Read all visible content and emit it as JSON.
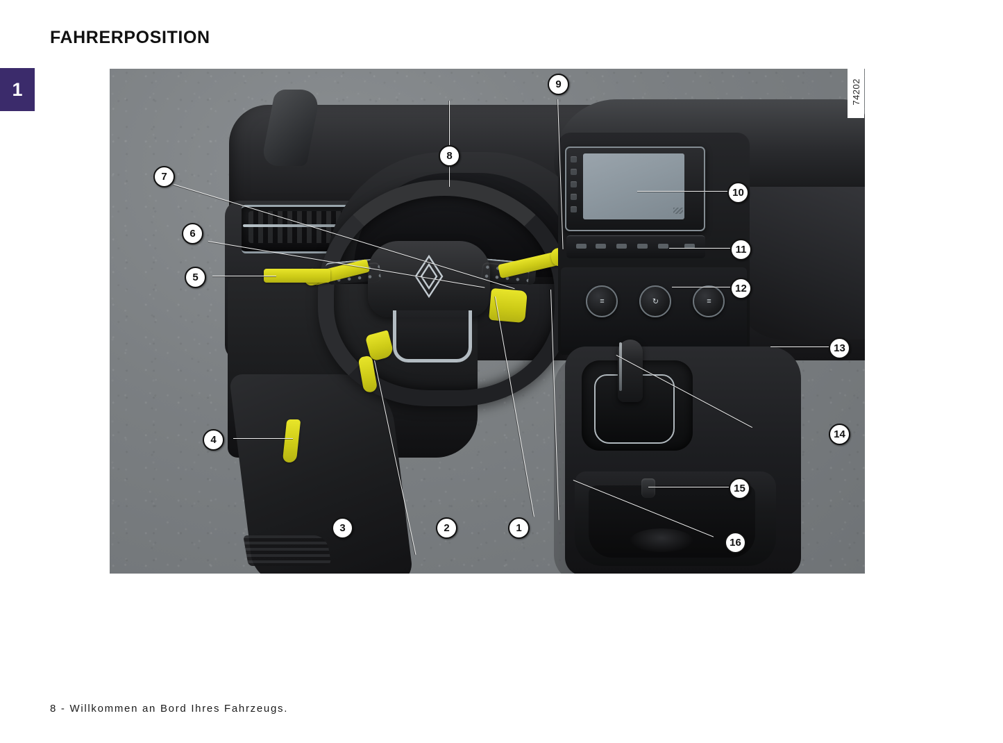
{
  "page": {
    "title": "FAHRERPOSITION",
    "chapter_number": "1",
    "footer": "8 - Willkommen an Bord Ihres Fahrzeugs.",
    "chapter_tab_color": "#3b2b6b",
    "highlight_color": "#e8e52a"
  },
  "figure": {
    "image_code": "74202",
    "background_color": "#7d8184",
    "description": "Fahrerposition / driver position dashboard illustration",
    "callouts": [
      {
        "number": "1",
        "target": "start-stop-button"
      },
      {
        "number": "2",
        "target": "steering-wheel-right-controls"
      },
      {
        "number": "3",
        "target": "horn-and-paddle"
      },
      {
        "number": "4",
        "target": "bonnet-release-lever"
      },
      {
        "number": "5",
        "target": "dashboard-left-switch-panel"
      },
      {
        "number": "6",
        "target": "left-steering-column-stalk"
      },
      {
        "number": "7",
        "target": "steering-wheel-left-controls"
      },
      {
        "number": "8",
        "target": "instrument-cluster"
      },
      {
        "number": "9",
        "target": "right-steering-column-stalk"
      },
      {
        "number": "10",
        "target": "multimedia-display"
      },
      {
        "number": "11",
        "target": "multimedia-button-row"
      },
      {
        "number": "12",
        "target": "climate-control-knobs"
      },
      {
        "number": "13",
        "target": "gear-selector-button"
      },
      {
        "number": "14",
        "target": "gear-selector-lever"
      },
      {
        "number": "15",
        "target": "centre-console-latch"
      },
      {
        "number": "16",
        "target": "centre-console-storage"
      }
    ]
  },
  "artwork": {
    "climate_knobs": [
      {
        "glyph": "≡",
        "name": "temperature-knob"
      },
      {
        "glyph": "↻",
        "name": "airflow-knob"
      },
      {
        "glyph": "≡",
        "name": "fan-speed-knob"
      }
    ],
    "screen_side_buttons": 5,
    "media_buttons": 6
  }
}
